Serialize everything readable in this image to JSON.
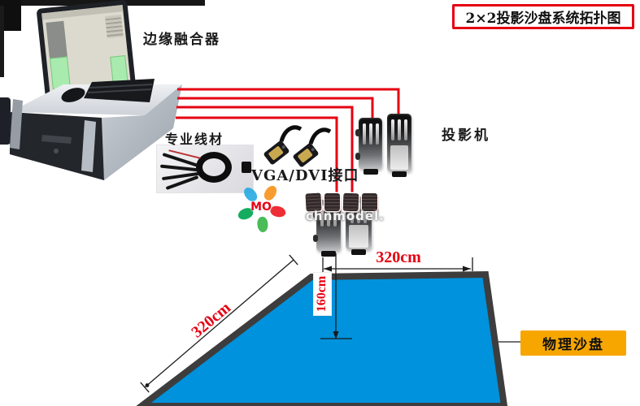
{
  "title": "2×2投影沙盘系统拓扑图",
  "labels": {
    "edge_blender": "边缘融合器",
    "professional_cable": "专业线材",
    "vga_dvi_port": "VGA/DVI接口",
    "projector": "投影机",
    "physical_sandbox": "物理沙盘"
  },
  "dimensions": {
    "top_width": "320cm",
    "side_depth": "320cm",
    "throw_height": "160cm"
  },
  "watermark": {
    "logo_text": "MO",
    "site_text": "chnmodel."
  },
  "colors": {
    "connection_red": "#e60012",
    "sandbox_blue": "#0092dc",
    "sandbox_border": "#3d3d3d",
    "tag_yellow": "#f7a600"
  }
}
